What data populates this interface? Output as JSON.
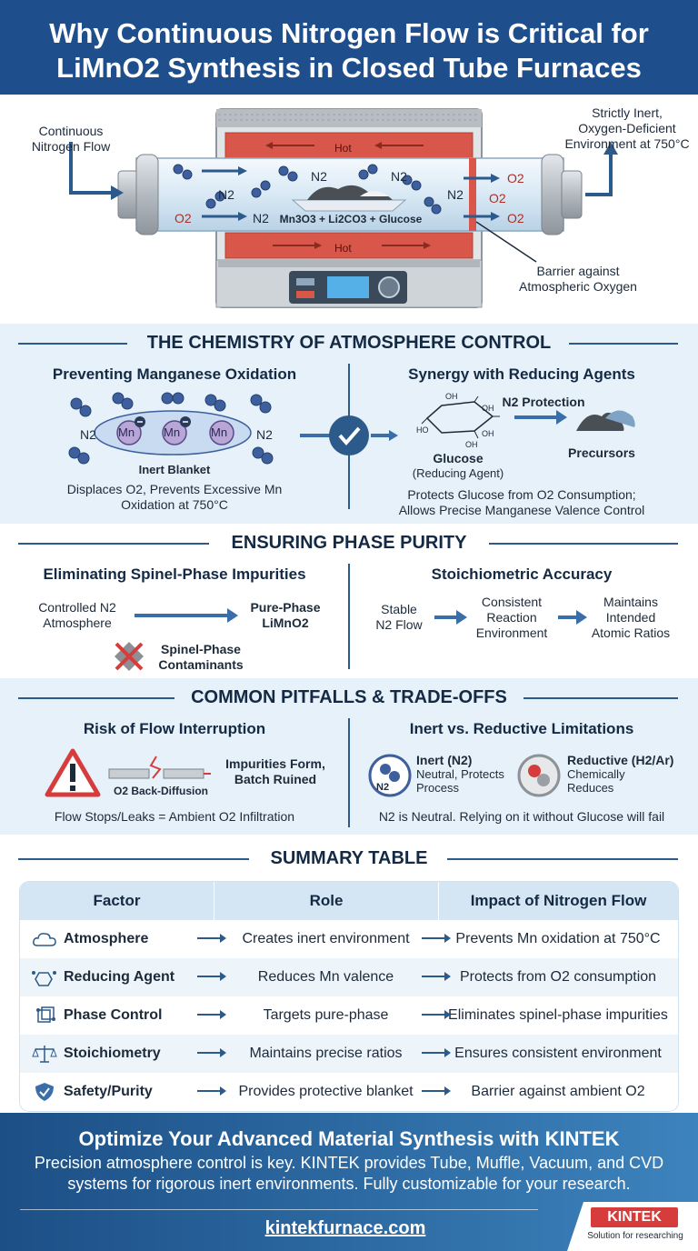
{
  "header": {
    "title_line1": "Why Continuous Nitrogen Flow is Critical for",
    "title_line2": "LiMnO2 Synthesis in Closed Tube Furnaces"
  },
  "hero": {
    "left_label_line1": "Continuous",
    "left_label_line2": "Nitrogen Flow",
    "right_label_line1": "Strictly Inert,",
    "right_label_line2": "Oxygen-Deficient",
    "right_label_line3": "Environment at 750°C",
    "hot_label": "Hot",
    "sample_label": "Mn3O3 + Li2CO3 + Glucose",
    "barrier_label_line1": "Barrier against",
    "barrier_label_line2": "Atmospheric Oxygen",
    "n2": "N2",
    "o2": "O2"
  },
  "chemistry": {
    "title": "THE CHEMISTRY OF ATMOSPHERE CONTROL",
    "left": {
      "title": "Preventing Manganese Oxidation",
      "mn": "Mn",
      "blanket_label": "Inert Blanket",
      "desc_line1": "Displaces O2, Prevents Excessive Mn",
      "desc_line2": "Oxidation at 750°C"
    },
    "right": {
      "title": "Synergy with Reducing Agents",
      "protection_label": "N2 Protection",
      "oh": "OH",
      "ho": "HO",
      "glucose_label": "Glucose",
      "glucose_sub": "(Reducing Agent)",
      "precursors_label": "Precursors",
      "desc_line1": "Protects Glucose from O2 Consumption;",
      "desc_line2": "Allows Precise Manganese Valence Control"
    }
  },
  "purity": {
    "title": "ENSURING PHASE PURITY",
    "left": {
      "title": "Eliminating Spinel-Phase Impurities",
      "from_line1": "Controlled N2",
      "from_line2": "Atmosphere",
      "to_line1": "Pure-Phase",
      "to_line2": "LiMnO2",
      "contam_line1": "Spinel-Phase",
      "contam_line2": "Contaminants"
    },
    "right": {
      "title": "Stoichiometric Accuracy",
      "step1_line1": "Stable",
      "step1_line2": "N2 Flow",
      "step2_line1": "Consistent",
      "step2_line2": "Reaction",
      "step2_line3": "Environment",
      "step3_line1": "Maintains",
      "step3_line2": "Intended",
      "step3_line3": "Atomic Ratios"
    }
  },
  "pitfalls": {
    "title": "COMMON PITFALLS & TRADE-OFFS",
    "left": {
      "title": "Risk of Flow Interruption",
      "diffusion_label": "O2 Back-Diffusion",
      "impurities_line1": "Impurities Form,",
      "impurities_line2": "Batch Ruined",
      "desc": "Flow Stops/Leaks = Ambient O2 Infiltration"
    },
    "right": {
      "title": "Inert vs. Reductive Limitations",
      "inert_title": "Inert (N2)",
      "inert_desc_line1": "Neutral, Protects",
      "inert_desc_line2": "Process",
      "inert_icon_label": "N2",
      "reductive_title": "Reductive (H2/Ar)",
      "reductive_desc_line1": "Chemically",
      "reductive_desc_line2": "Reduces",
      "desc": "N2 is Neutral. Relying on it without Glucose will fail"
    }
  },
  "summary": {
    "title": "SUMMARY TABLE",
    "headers": [
      "Factor",
      "Role",
      "Impact of Nitrogen Flow"
    ],
    "rows": [
      {
        "factor": "Atmosphere",
        "role": "Creates inert environment",
        "impact": "Prevents Mn oxidation at 750°C",
        "icon": "cloud-icon"
      },
      {
        "factor": "Reducing Agent",
        "role": "Reduces Mn valence",
        "impact": "Protects from O2 consumption",
        "icon": "molecule-icon"
      },
      {
        "factor": "Phase Control",
        "role": "Targets pure-phase",
        "impact": "Eliminates spinel-phase impurities",
        "icon": "crystal-icon"
      },
      {
        "factor": "Stoichiometry",
        "role": "Maintains precise ratios",
        "impact": "Ensures consistent environment",
        "icon": "scale-icon"
      },
      {
        "factor": "Safety/Purity",
        "role": "Provides protective blanket",
        "impact": "Barrier against ambient O2",
        "icon": "shield-icon"
      }
    ]
  },
  "footer": {
    "title": "Optimize Your Advanced Material Synthesis with KINTEK",
    "desc_line1": "Precision atmosphere control is key. KINTEK provides Tube, Muffle, Vacuum, and CVD",
    "desc_line2": "systems for rigorous inert environments. Fully customizable for your research.",
    "url": "kintekfurnace.com",
    "logo_text": "KINTEK",
    "logo_tagline": "Solution for researching"
  },
  "colors": {
    "primary": "#1f4e8c",
    "accent_red": "#d63c3c",
    "light_band": "#e6f1f9",
    "arrow": "#3a6ea8",
    "heater": "#d8574a",
    "molecule": "#3e5f9e"
  }
}
